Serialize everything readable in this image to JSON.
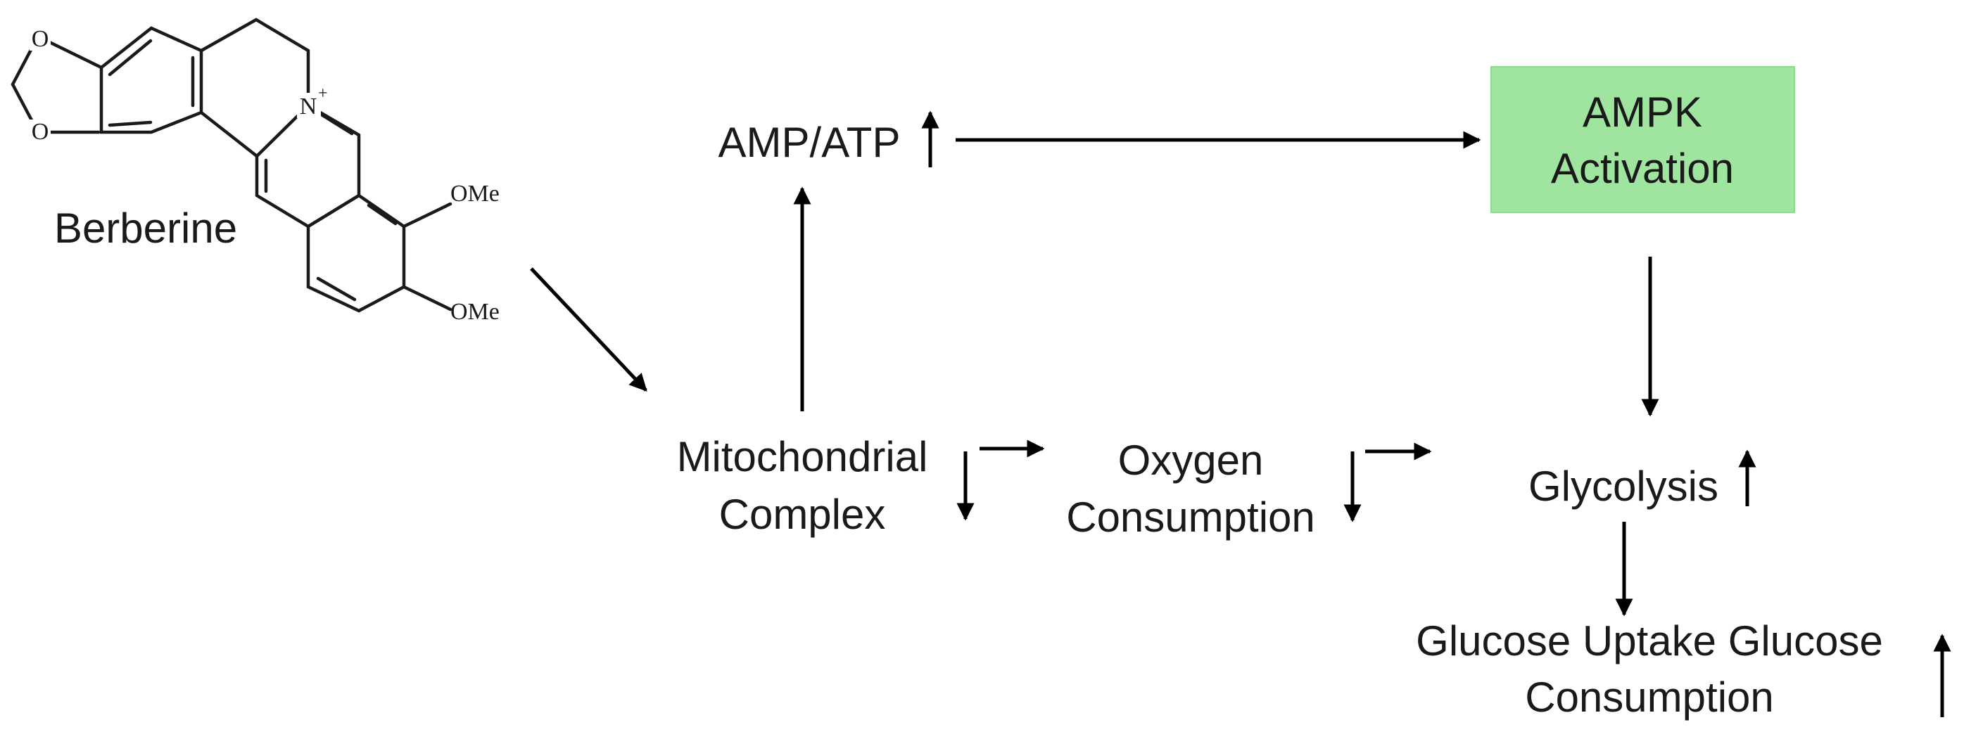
{
  "molecule": {
    "name": "Berberine",
    "atoms": {
      "o1": "O",
      "o2": "O",
      "n": "N",
      "charge": "+",
      "ome1": "OMe",
      "ome2": "OMe"
    }
  },
  "nodes": {
    "amp_atp": {
      "text": "AMP/ATP",
      "indicator": "up"
    },
    "ampk": {
      "line1": "AMPK",
      "line2": "Activation",
      "fill": "#9fe5a0"
    },
    "mito": {
      "line1": "Mitochondrial",
      "line2": "Complex",
      "indicator": "down"
    },
    "oxygen": {
      "line1": "Oxygen",
      "line2": "Consumption",
      "indicator": "down"
    },
    "glycolysis": {
      "text": "Glycolysis",
      "indicator": "up"
    },
    "glucose": {
      "line1": "Glucose Uptake Glucose",
      "line2": "Consumption",
      "indicator": "up"
    }
  },
  "edges": [
    {
      "from": "berberine",
      "to": "mito"
    },
    {
      "from": "mito",
      "to": "amp_atp"
    },
    {
      "from": "amp_atp",
      "to": "ampk"
    },
    {
      "from": "mito",
      "to": "oxygen"
    },
    {
      "from": "oxygen",
      "to": "glycolysis"
    },
    {
      "from": "ampk",
      "to": "glycolysis"
    },
    {
      "from": "glycolysis",
      "to": "glucose"
    }
  ],
  "colors": {
    "arrow": "#000000",
    "text": "#1a1a1a",
    "ampk_box": "#9fe5a0"
  }
}
